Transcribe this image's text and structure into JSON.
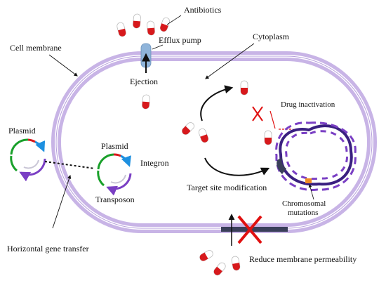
{
  "labels": {
    "antibiotics": "Antibiotics",
    "efflux_pump": "Efflux pump",
    "ejection": "Ejection",
    "cell_membrane": "Cell membrane",
    "cytoplasm": "Cytoplasm",
    "drug_inactivation": "Drug inactivation",
    "plasmid_1": "Plasmid",
    "plasmid_2": "Plasmid",
    "integron": "Integron",
    "transposon": "Transposon",
    "target_site_modification": "Target site modification",
    "chromosomal_mutations_line1": "Chromosomal",
    "chromosomal_mutations_line2": "mutations",
    "horizontal_gene_transfer": "Horizontal gene transfer",
    "reduce_membrane_permeability": "Reduce membrane permeability"
  },
  "colors": {
    "membrane": "#c8b4e6",
    "capsule_red": "#d7191c",
    "dna_dark": "#3a2080",
    "dna_light": "#7a3fc4",
    "block_cross": "#e01010",
    "pump": "#8fb4da"
  }
}
